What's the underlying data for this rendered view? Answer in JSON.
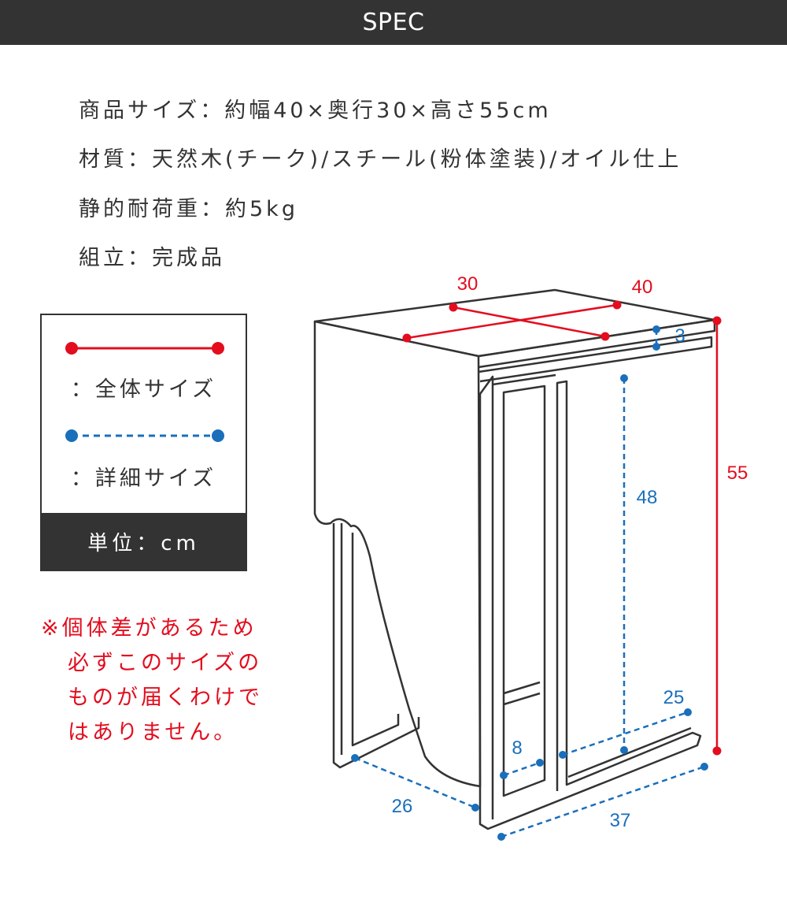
{
  "header": {
    "title": "SPEC"
  },
  "specs": [
    "商品サイズ：約幅40×奥行30×高さ55cm",
    "材質：天然木(チーク)/スチール(粉体塗装)/オイル仕上",
    "静的耐荷重：約5kg",
    "組立：完成品"
  ],
  "legend": {
    "overall_label": "：全体サイズ",
    "detail_label": "：詳細サイズ",
    "unit": "単位：cm"
  },
  "note": {
    "lines": [
      "※個体差があるため",
      "必ずこのサイズの",
      "ものが届くわけで",
      "はありません。"
    ]
  },
  "dimensions": {
    "top_depth": "30",
    "top_width": "40",
    "top_thickness": "3",
    "height": "55",
    "inner_height": "48",
    "rail_depth": "25",
    "inner_width": "8",
    "base_left": "26",
    "base_right": "37"
  },
  "colors": {
    "overall": "#e30d1e",
    "detail": "#1a6fbb",
    "outline": "#333333"
  }
}
